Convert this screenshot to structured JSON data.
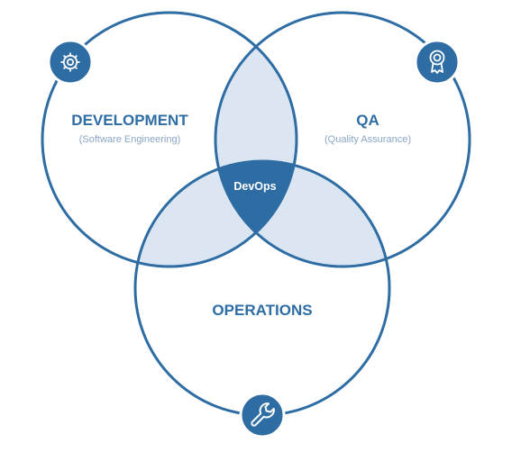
{
  "colors": {
    "outline": "#2e6da4",
    "overlap_fill": "#dbe6f2",
    "center_fill": "#2e6da4",
    "title_text": "#2e6da4",
    "subtitle_text": "#8aa6c5",
    "center_text": "#ffffff",
    "icon_fill": "#2e6da4",
    "icon_glyph": "#ffffff"
  },
  "sets": {
    "development": {
      "title": "DEVELOPMENT",
      "subtitle": "(Software Engineering)",
      "icon": "gear-icon"
    },
    "qa": {
      "title": "QA",
      "subtitle": "(Quality Assurance)",
      "icon": "award-ribbon-icon"
    },
    "operations": {
      "title": "OPERATIONS",
      "icon": "wrench-icon"
    }
  },
  "center": {
    "label": "DevOps"
  }
}
